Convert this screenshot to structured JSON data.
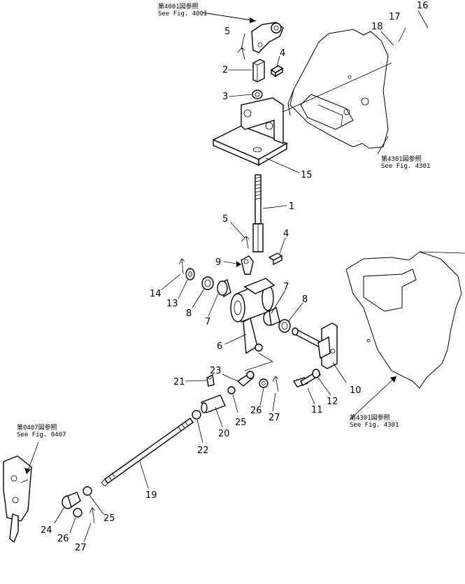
{
  "references": {
    "fig4001_jp": "第4001図参照",
    "fig4001_en": "See Fig. 4001",
    "fig4301a_jp": "第4301図参照",
    "fig4301a_en": "See Fig. 4301",
    "fig4301b_jp": "第4301図参照",
    "fig4301b_en": "See Fig. 4301",
    "fig0407_jp": "第0407図参照",
    "fig0407_en": "See Fig. 0407"
  },
  "callouts": {
    "c1": "1",
    "c2": "2",
    "c3": "3",
    "c4a": "4",
    "c4b": "4",
    "c5a": "5",
    "c5b": "5",
    "c6": "6",
    "c7a": "7",
    "c7b": "7",
    "c8a": "8",
    "c8b": "8",
    "c9": "9",
    "c10": "10",
    "c11": "11",
    "c12": "12",
    "c13": "13",
    "c14": "14",
    "c15": "15",
    "c16": "16",
    "c17": "17",
    "c18": "18",
    "c19": "19",
    "c20": "20",
    "c21": "21",
    "c22": "22",
    "c23": "23",
    "c24": "24",
    "c25a": "25",
    "c25b": "25",
    "c26a": "26",
    "c26b": "26",
    "c27a": "27",
    "c27b": "27"
  }
}
